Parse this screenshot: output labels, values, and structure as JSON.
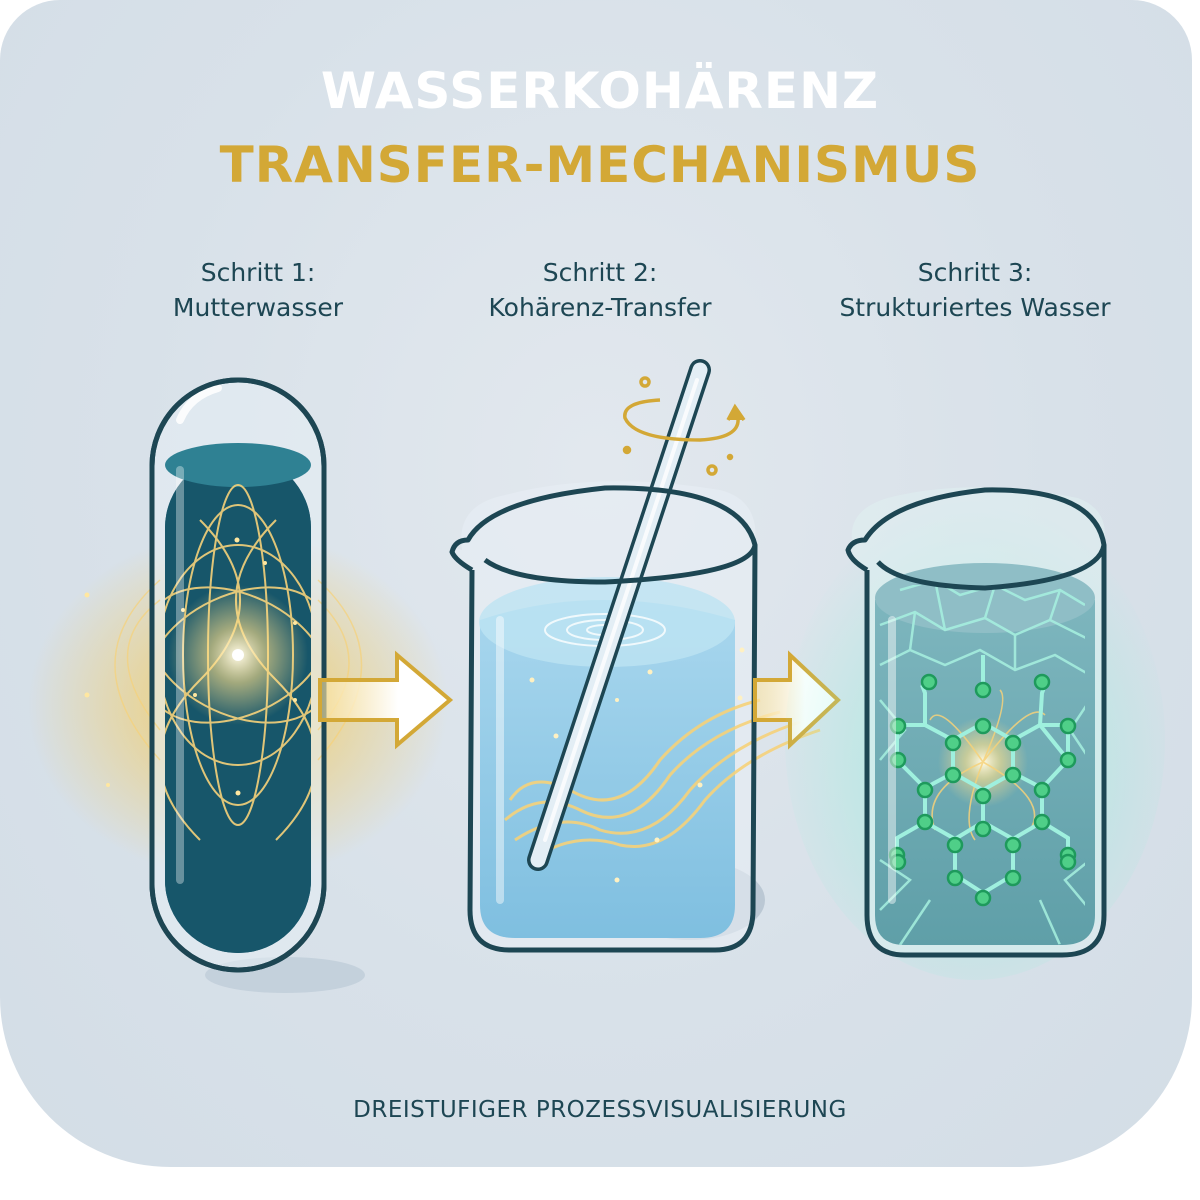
{
  "title": {
    "line1": "WASSERKOHÄRENZ",
    "line2": "TRANSFER-MECHANISMUS"
  },
  "steps": [
    {
      "step": "Schritt 1:",
      "name": "Mutterwasser",
      "visual": "test-tube-with-golden-coherence-pattern"
    },
    {
      "step": "Schritt 2:",
      "name": "Kohärenz-Transfer",
      "visual": "beaker-with-stirring-rod-and-golden-wave"
    },
    {
      "step": "Schritt 3:",
      "name": "Strukturiertes Wasser",
      "visual": "beaker-with-hexagonal-molecular-lattice"
    }
  ],
  "arrows": [
    {
      "from": 1,
      "to": 2,
      "icon": "right-arrow-icon"
    },
    {
      "from": 2,
      "to": 3,
      "icon": "right-arrow-icon"
    }
  ],
  "footer": "DREISTUFIGER PROZESSVISUALISIERUNG",
  "colors": {
    "background": "#d8e1e9",
    "title_white": "#ffffff",
    "title_gold": "#d3a836",
    "text_dark_teal": "#1d4653",
    "outline": "#1d4653",
    "mother_water": "#17566a",
    "light_water": "#8ec8e4",
    "structured_water": "#6aa9b0",
    "lattice_green": "#3dbd7a",
    "glow_gold": "#f4cd5a"
  }
}
